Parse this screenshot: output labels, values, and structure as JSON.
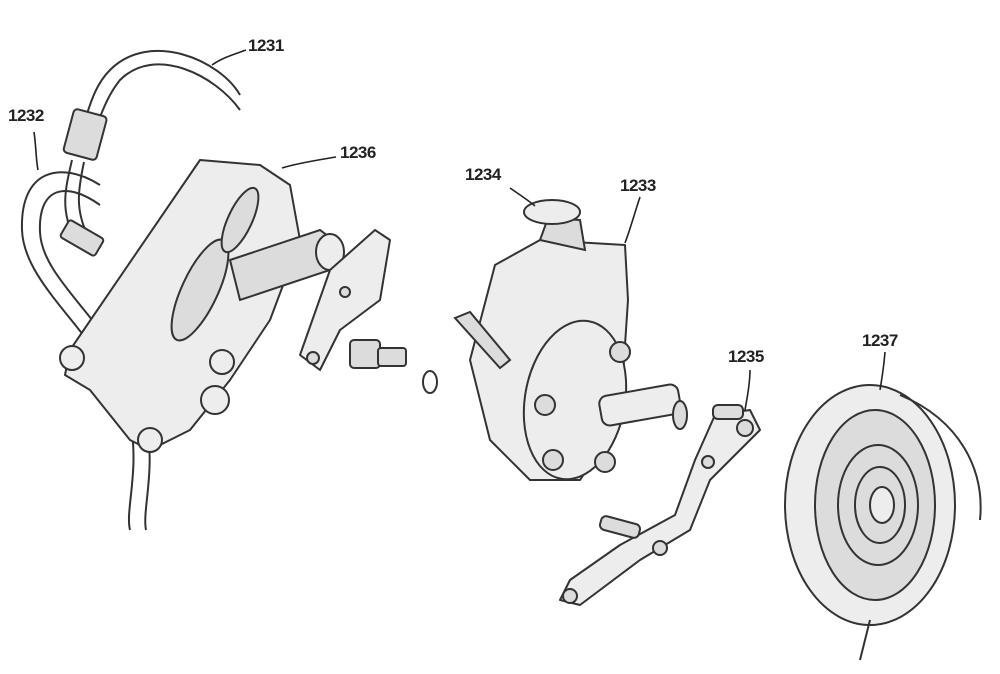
{
  "diagram": {
    "title": "Power steering pump assembly",
    "parts": [
      {
        "id": "hose-return",
        "label": "1231"
      },
      {
        "id": "hose-pressure",
        "label": "1232"
      },
      {
        "id": "pump",
        "label": "1233"
      },
      {
        "id": "reservoir-cap",
        "label": "1234"
      },
      {
        "id": "pump-brace",
        "label": "1235"
      },
      {
        "id": "mounting-bracket",
        "label": "1236"
      },
      {
        "id": "pulley",
        "label": "1237"
      }
    ]
  }
}
